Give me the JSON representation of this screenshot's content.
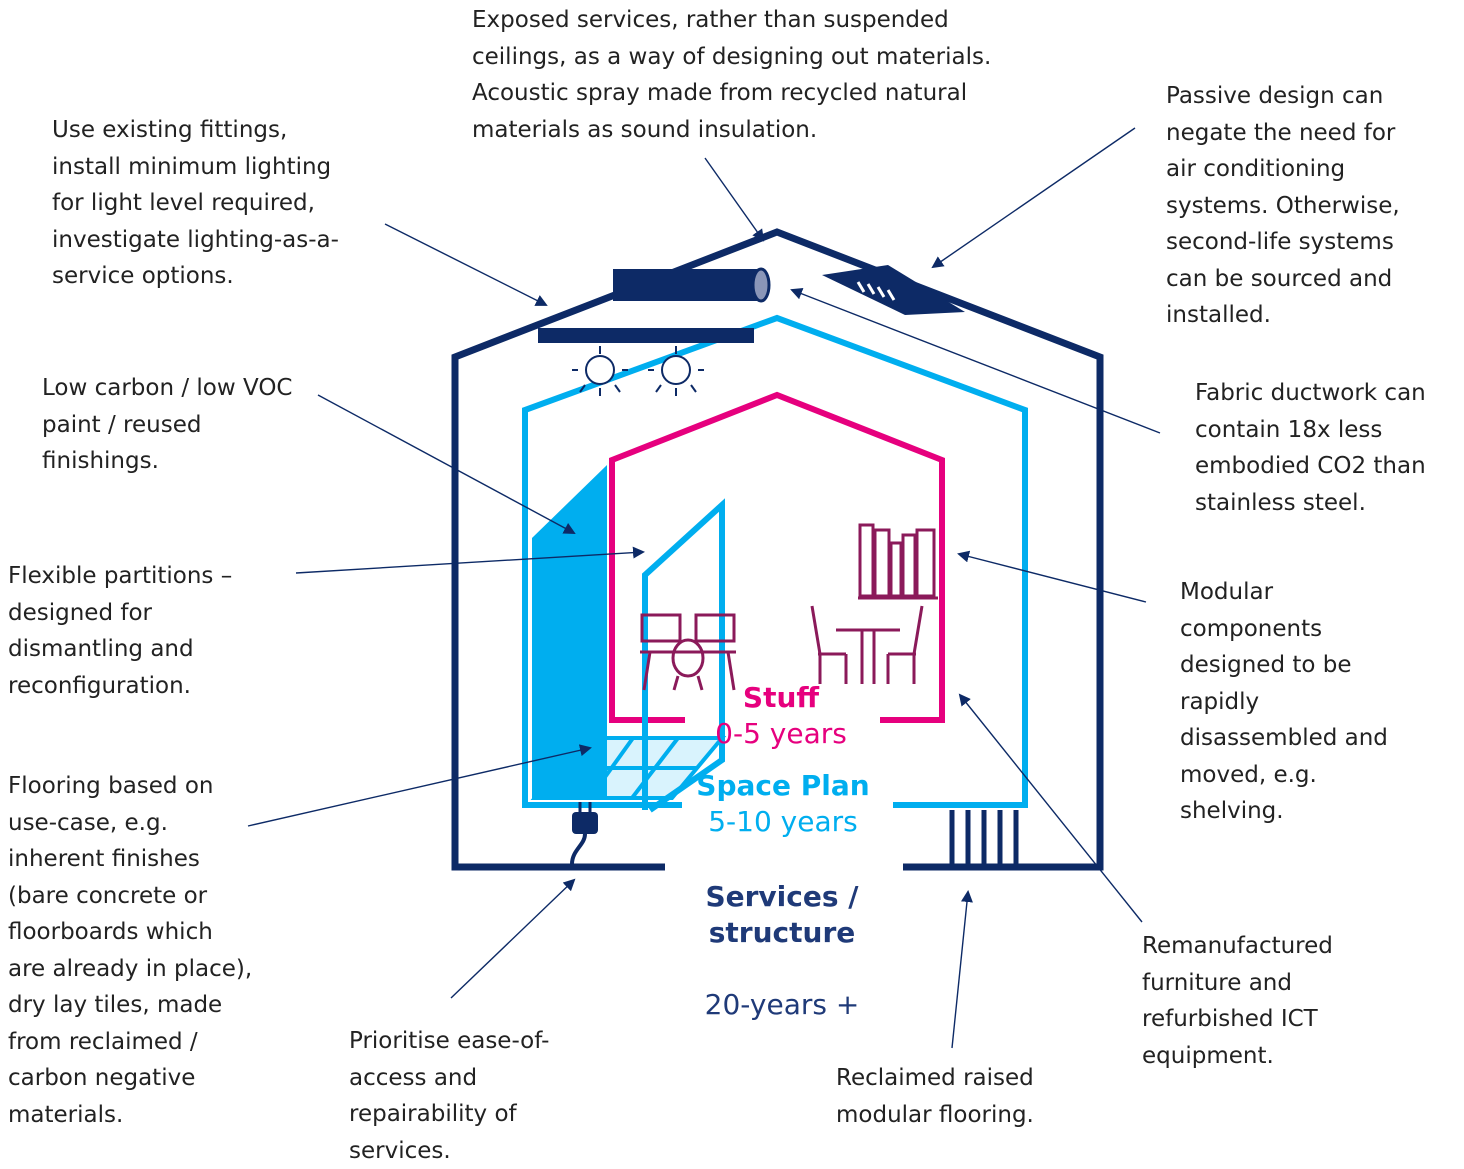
{
  "colors": {
    "services": "#0d2a66",
    "space_plan": "#00aeef",
    "stuff": "#e6007e",
    "furniture": "#8b1a5a",
    "leader_line": "#0d2a66",
    "text": "#222222"
  },
  "callouts": {
    "exposed_services": "Exposed services, rather than suspended\nceilings, as a way of designing out materials.\nAcoustic spray made from recycled natural\nmaterials as sound insulation.",
    "lighting": "Use existing fittings,\ninstall minimum lighting\nfor light level required,\ninvestigate lighting-as-a-\nservice options.",
    "passive_design": "Passive design can\nnegate the need for\nair conditioning\nsystems. Otherwise,\nsecond-life systems\ncan be sourced and\ninstalled.",
    "paint": "Low carbon / low VOC\npaint / reused\nfinishings.",
    "fabric_ductwork": "Fabric ductwork can\ncontain 18x less\nembodied CO2 than\nstainless steel.",
    "partitions": "Flexible partitions –\ndesigned for\ndismantling and\nreconfiguration.",
    "modular_components": "Modular\ncomponents\ndesigned to be\nrapidly\ndisassembled and\nmoved, e.g.\nshelving.",
    "flooring": "Flooring based on\nuse-case, e.g.\ninherent finishes\n(bare concrete or\nfloorboards which\nare already in place),\ndry lay tiles, made\nfrom reclaimed /\ncarbon negative\nmaterials.",
    "remanufactured": "Remanufactured\nfurniture and\nrefurbished ICT\nequipment.",
    "services_access": "Prioritise ease-of-\naccess and\nrepairability of\nservices.",
    "raised_flooring": "Reclaimed raised\nmodular flooring."
  },
  "layers": {
    "stuff": {
      "name": "Stuff",
      "span": "0-5 years"
    },
    "space_plan": {
      "name": "Space Plan",
      "span": "5-10 years"
    },
    "services": {
      "name": "Services /\nstructure",
      "span": "20-years +"
    }
  },
  "icons": [
    "ceiling-light-icon",
    "duct-icon",
    "air-vent-icon",
    "shelving-icon",
    "desk-icon",
    "table-chairs-icon",
    "power-plug-icon",
    "raised-floor-icon",
    "floor-tiles-icon"
  ]
}
